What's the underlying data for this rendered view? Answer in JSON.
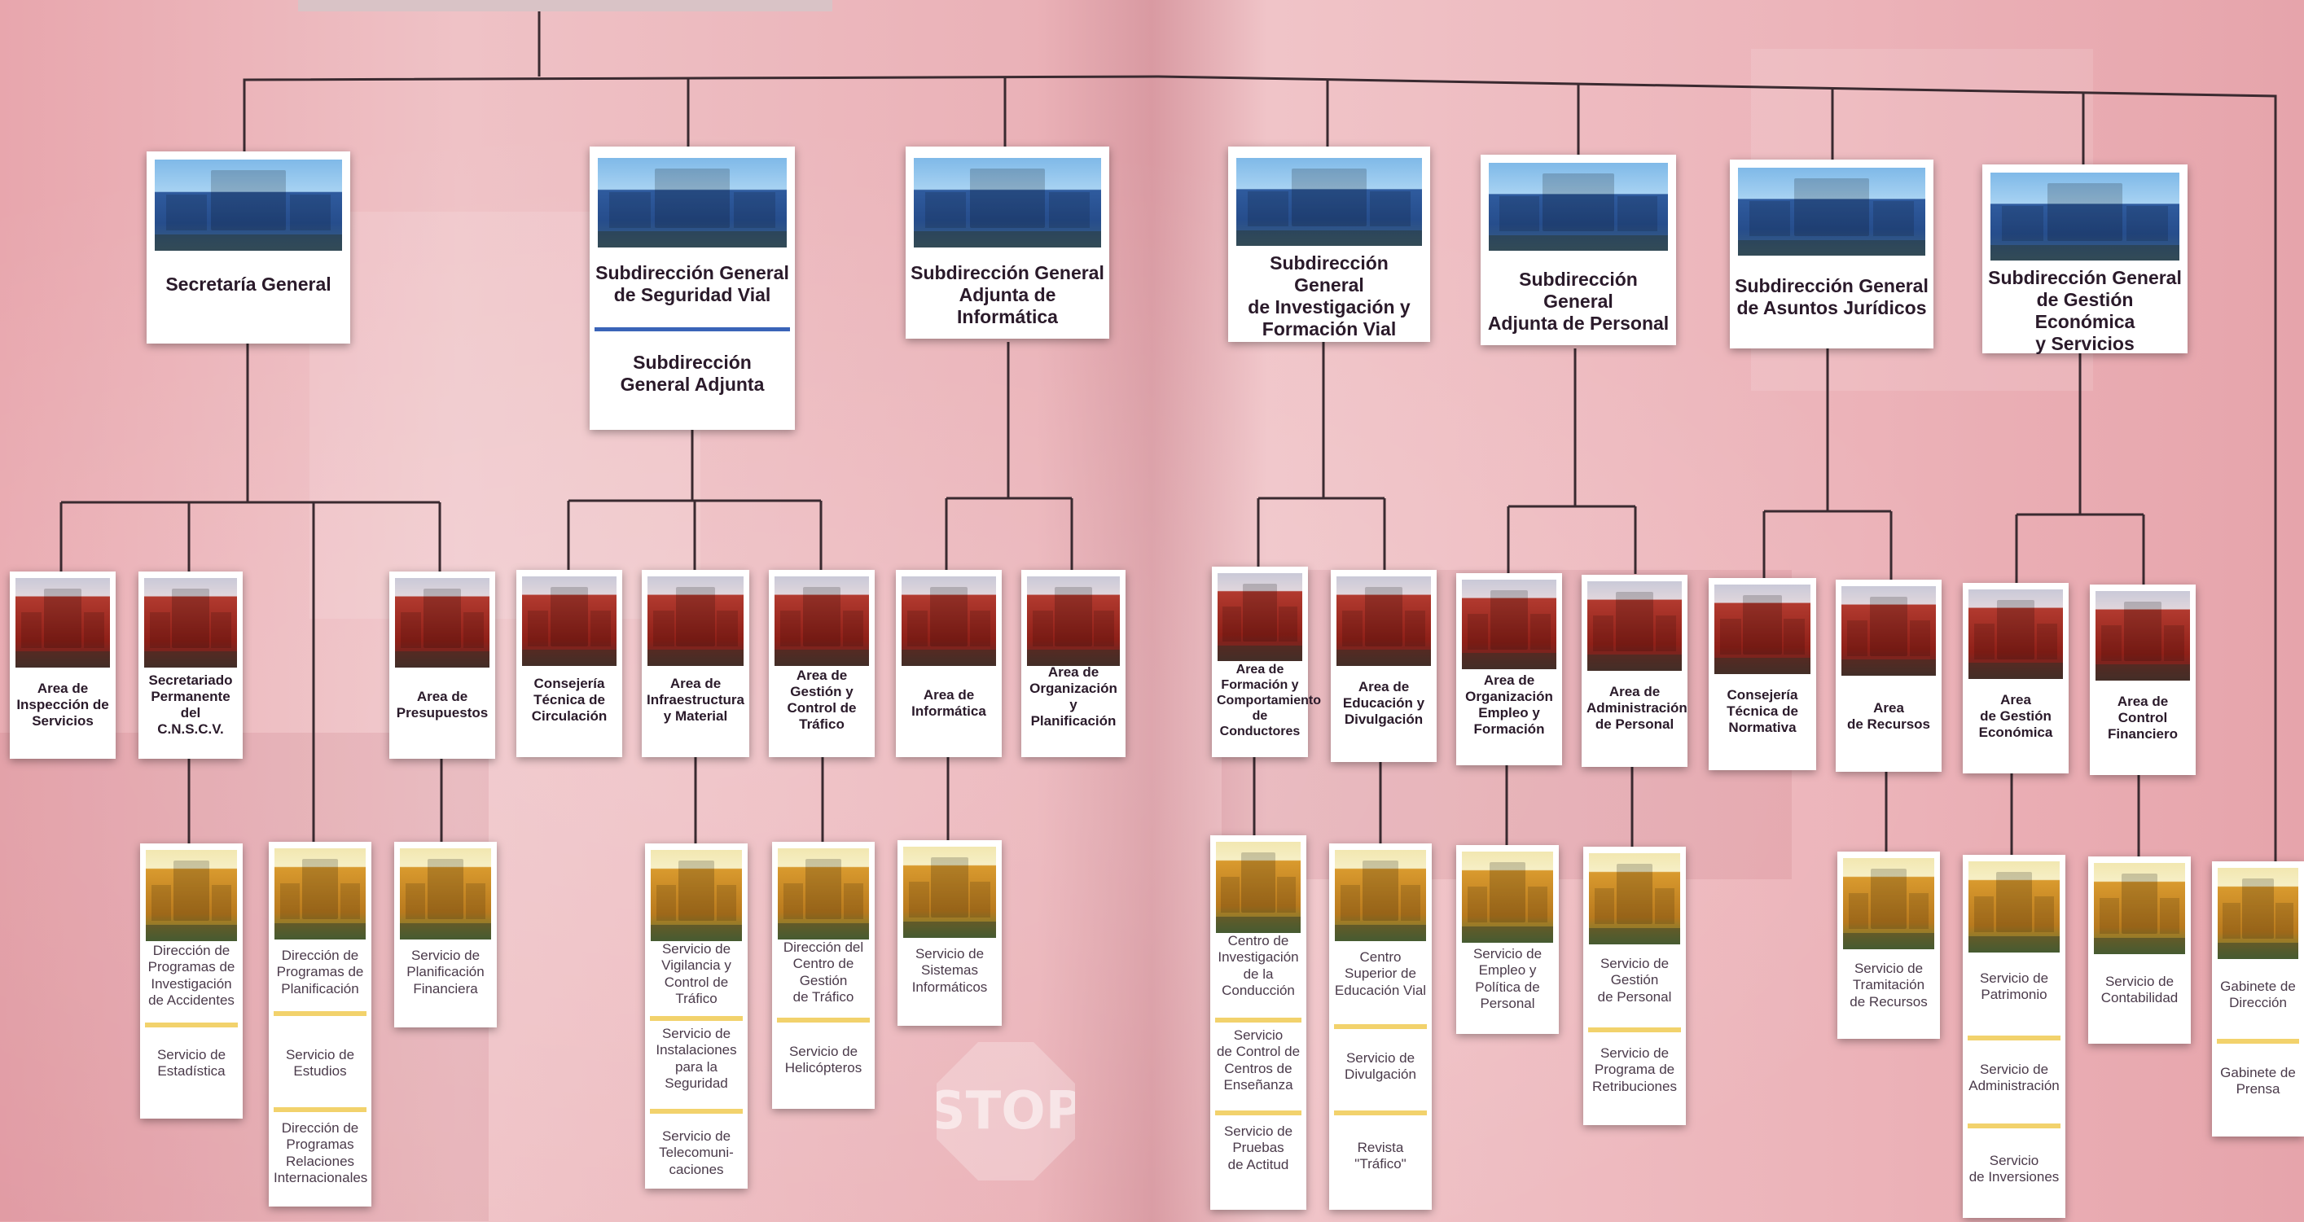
{
  "directorates": [
    {
      "id": "d1",
      "title": "Secretaría General"
    },
    {
      "id": "d2",
      "title": "Subdirección General\nde Seguridad Vial",
      "subtitle": "Subdirección\nGeneral Adjunta"
    },
    {
      "id": "d3",
      "title": "Subdirección General\nAdjunta de Informática"
    },
    {
      "id": "d4",
      "title": "Subdirección General\nde Investigación y\nFormación Vial"
    },
    {
      "id": "d5",
      "title": "Subdirección General\nAdjunta de Personal"
    },
    {
      "id": "d6",
      "title": "Subdirección General\nde Asuntos Jurídicos"
    },
    {
      "id": "d7",
      "title": "Subdirección General\nde Gestión Económica\ny Servicios"
    }
  ],
  "areas": [
    {
      "id": "a1",
      "title": "Area de\nInspección de\nServicios"
    },
    {
      "id": "a2",
      "title": "Secretariado\nPermanente\ndel\nC.N.S.C.V."
    },
    {
      "id": "a3",
      "title": "Area de\nPresupuestos"
    },
    {
      "id": "a4",
      "title": "Consejería\nTécnica de\nCirculación"
    },
    {
      "id": "a5",
      "title": "Area de\nInfraestructura\ny Material"
    },
    {
      "id": "a6",
      "title": "Area de\nGestión y\nControl de\nTráfico"
    },
    {
      "id": "a7",
      "title": "Area de\nInformática"
    },
    {
      "id": "a8",
      "title": "Area de\nOrganización\ny\nPlanificación"
    },
    {
      "id": "a9",
      "title": "Area de\nFormación y\nComportamiento\nde Conductores"
    },
    {
      "id": "a10",
      "title": "Area de\nEducación y\nDivulgación"
    },
    {
      "id": "a11",
      "title": "Area de\nOrganización\nEmpleo y\nFormación"
    },
    {
      "id": "a12",
      "title": "Area de\nAdministración\nde Personal"
    },
    {
      "id": "a13",
      "title": "Consejería\nTécnica de\nNormativa"
    },
    {
      "id": "a14",
      "title": "Area\nde Recursos"
    },
    {
      "id": "a15",
      "title": "Area\nde Gestión\nEconómica"
    },
    {
      "id": "a16",
      "title": "Area de\nControl\nFinanciero"
    }
  ],
  "services": [
    {
      "id": "s1",
      "items": [
        "Dirección de\nProgramas de\nInvestigación\nde Accidentes",
        "Servicio de\nEstadística"
      ]
    },
    {
      "id": "s2",
      "items": [
        "Dirección de\nProgramas de\nPlanificación",
        "Servicio de\nEstudios",
        "Dirección de\nProgramas\nRelaciones\nInternacionales"
      ]
    },
    {
      "id": "s3",
      "items": [
        "Servicio de\nPlanificación\nFinanciera"
      ]
    },
    {
      "id": "s4",
      "items": [
        "Servicio de\nVigilancia y\nControl de\nTráfico",
        "Servicio de\nInstalaciones\npara la\nSeguridad",
        "Servicio de\nTelecomuni-\ncaciones"
      ]
    },
    {
      "id": "s5",
      "items": [
        "Dirección del\nCentro de\nGestión\nde Tráfico",
        "Servicio de\nHelicópteros"
      ]
    },
    {
      "id": "s6",
      "items": [
        "Servicio de\nSistemas\nInformáticos"
      ]
    },
    {
      "id": "s7",
      "items": [
        "Centro de\nInvestigación\nde la\nConducción",
        "Servicio\nde Control de\nCentros de\nEnseñanza",
        "Servicio de\nPruebas\nde Actitud"
      ]
    },
    {
      "id": "s8",
      "items": [
        "Centro\nSuperior de\nEducación Vial",
        "Servicio de\nDivulgación",
        "Revista\n\"Tráfico\""
      ]
    },
    {
      "id": "s9",
      "items": [
        "Servicio de\nEmpleo y\nPolítica de\nPersonal"
      ]
    },
    {
      "id": "s10",
      "items": [
        "Servicio de\nGestión\nde Personal",
        "Servicio de\nPrograma de\nRetribuciones"
      ]
    },
    {
      "id": "s11",
      "items": [
        "Servicio de\nTramitación\nde Recursos"
      ]
    },
    {
      "id": "s12",
      "items": [
        "Servicio de\nPatrimonio",
        "Servicio de\nAdministración",
        "Servicio\nde Inversiones"
      ]
    },
    {
      "id": "s13",
      "items": [
        "Servicio de\nContabilidad"
      ]
    },
    {
      "id": "s14",
      "items": [
        "Gabinete de\nDirección",
        "Gabinete de\nPrensa"
      ]
    }
  ],
  "background": {
    "sign_text": "STOP"
  },
  "colors": {
    "line": "#3a2a30",
    "divider_gold": "#f2d26c",
    "divider_blue": "#3a64b8",
    "card": "#ffffff"
  }
}
